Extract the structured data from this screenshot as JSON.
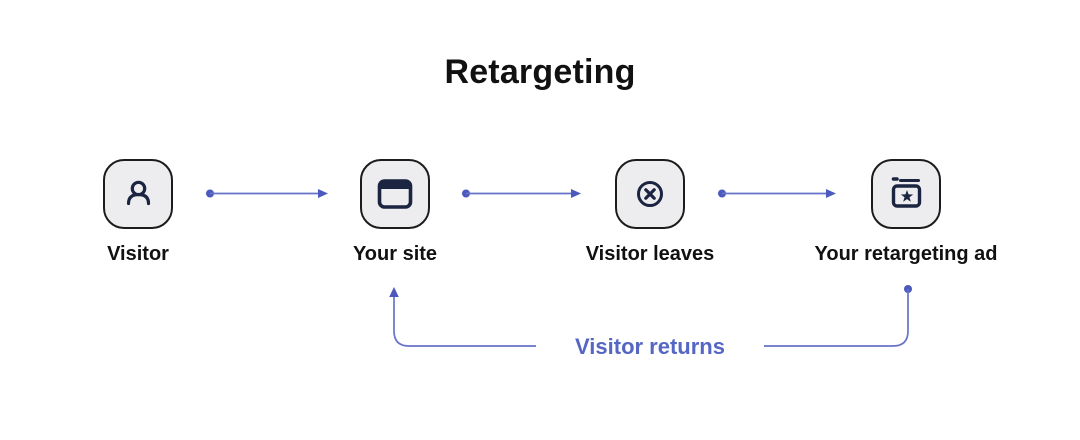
{
  "title": "Retargeting",
  "colors": {
    "accent": "#5566c3",
    "connector": "#6673c7",
    "connector_strong": "#4b5abc",
    "icon": "#1b2440",
    "box_fill": "#ededef",
    "box_border": "#1c1c1c",
    "label": "#111111",
    "background": "#ffffff"
  },
  "nodes": [
    {
      "label": "Visitor",
      "icon": "user-icon"
    },
    {
      "label": "Your site",
      "icon": "browser-window-icon"
    },
    {
      "label": "Visitor leaves",
      "icon": "close-circle-icon"
    },
    {
      "label": "Your retargeting ad",
      "icon": "ad-star-icon"
    }
  ],
  "connections": [
    {
      "from": "Visitor",
      "to": "Your site",
      "label": ""
    },
    {
      "from": "Your site",
      "to": "Visitor leaves",
      "label": ""
    },
    {
      "from": "Visitor leaves",
      "to": "Your retargeting ad",
      "label": ""
    },
    {
      "from": "Your retargeting ad",
      "to": "Your site",
      "label": "Visitor returns"
    }
  ],
  "return_label": "Visitor returns"
}
